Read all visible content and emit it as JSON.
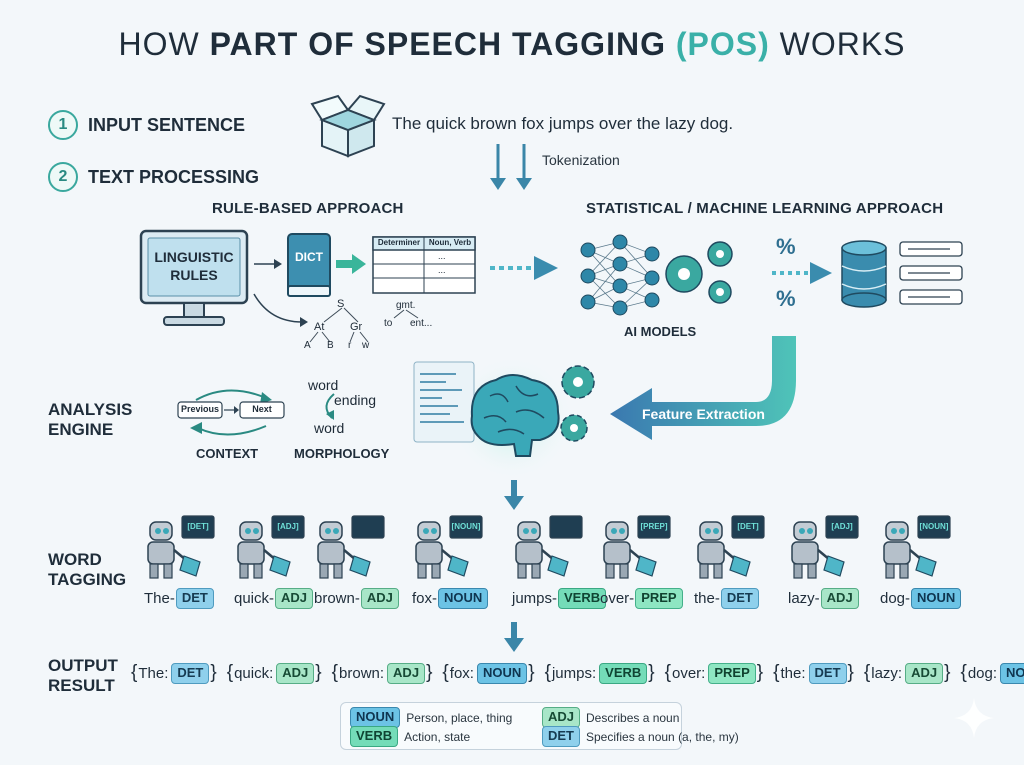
{
  "title": {
    "pre": "HOW ",
    "bold": "PART OF SPEECH TAGGING ",
    "accent": "(POS)",
    "post": " WORKS"
  },
  "steps": [
    {
      "num": "1",
      "label": "INPUT SENTENCE"
    },
    {
      "num": "2",
      "label": "TEXT PROCESSING"
    }
  ],
  "input_sentence": "The quick brown fox jumps over the lazy dog.",
  "tokenization": "Tokenization",
  "rule_heading": "RULE-BASED APPROACH",
  "ml_heading": "STATISTICAL / MACHINE LEARNING APPROACH",
  "monitor_text": [
    "LINGUISTIC",
    "RULES"
  ],
  "dict_label": "DICT",
  "table_headers": [
    "Determiner",
    "Noun, Verb"
  ],
  "table_cells": [
    "...",
    "..."
  ],
  "tree": {
    "root": "S",
    "l1": [
      "At",
      "Gr"
    ],
    "l2": [
      "A",
      "B",
      "r",
      "w"
    ],
    "right": [
      "gmt.",
      "to",
      "ent..."
    ]
  },
  "ai_models": "AI MODELS",
  "percent": "%",
  "feature_extraction": "Feature Extraction",
  "analysis_label": [
    "ANALYSIS",
    "ENGINE"
  ],
  "context": {
    "prev": "Previous",
    "next": "Next",
    "caption": "CONTEXT"
  },
  "morphology": {
    "word1": "word",
    "ending": "ending",
    "word2": "word",
    "caption": "MORPHOLOGY"
  },
  "word_tagging_label": [
    "WORD",
    "TAGGING"
  ],
  "output_label": [
    "OUTPUT",
    "RESULT"
  ],
  "tagged_words": [
    {
      "word": "The",
      "tag": "DET",
      "screen": "[DET]"
    },
    {
      "word": "quick",
      "tag": "ADJ",
      "screen": "[ADJ]"
    },
    {
      "word": "brown",
      "tag": "ADJ",
      "screen": ""
    },
    {
      "word": "fox",
      "tag": "NOUN",
      "screen": "[NOUN]"
    },
    {
      "word": "jumps",
      "tag": "VERB",
      "screen": ""
    },
    {
      "word": "over",
      "tag": "PREP",
      "screen": "[PREP]"
    },
    {
      "word": "the",
      "tag": "DET",
      "screen": "[DET]"
    },
    {
      "word": "lazy",
      "tag": "ADJ",
      "screen": "[ADJ]"
    },
    {
      "word": "dog",
      "tag": "NOUN",
      "screen": "[NOUN]"
    }
  ],
  "output": [
    {
      "word": "The",
      "tag": "DET"
    },
    {
      "word": "quick",
      "tag": "ADJ"
    },
    {
      "word": "brown",
      "tag": "ADJ"
    },
    {
      "word": "fox",
      "tag": "NOUN"
    },
    {
      "word": "jumps",
      "tag": "VERB"
    },
    {
      "word": "over",
      "tag": "PREP"
    },
    {
      "word": "the",
      "tag": "DET"
    },
    {
      "word": "lazy",
      "tag": "ADJ"
    },
    {
      "word": "dog",
      "tag": "NOUN"
    }
  ],
  "legend": [
    {
      "tag": "NOUN",
      "desc": "Person, place, thing"
    },
    {
      "tag": "ADJ",
      "desc": "Describes a noun"
    },
    {
      "tag": "VERB",
      "desc": "Action, state"
    },
    {
      "tag": "DET",
      "desc": "Specifies a noun (a, the, my)"
    }
  ],
  "colors": {
    "accent": "#3ab0a8",
    "blue": "#3a88ae",
    "teal": "#3aa883",
    "dark": "#1f2d3a"
  }
}
